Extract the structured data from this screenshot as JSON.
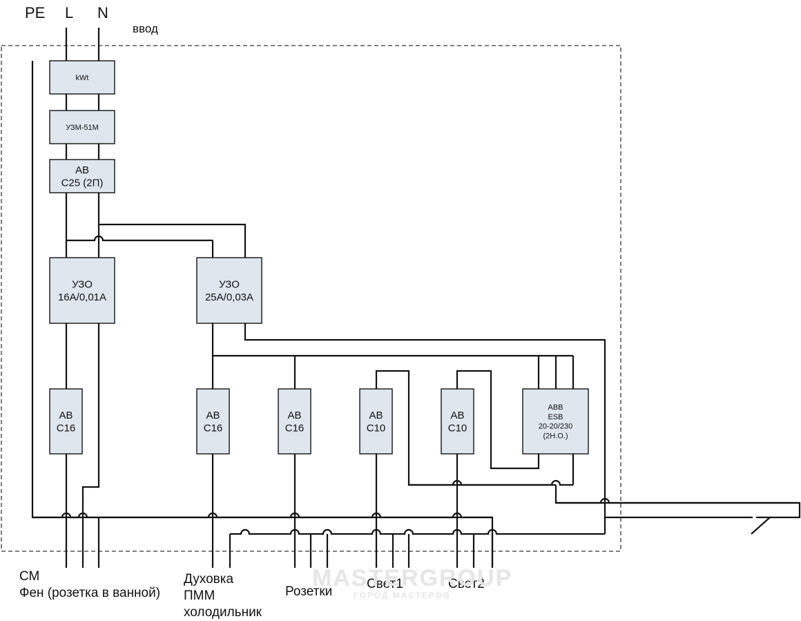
{
  "inputs": {
    "pe": "PE",
    "l": "L",
    "n": "N",
    "title": "ввод"
  },
  "devices": {
    "meter": [
      "kWt"
    ],
    "uzm": [
      "УЗМ-51М"
    ],
    "main_breaker": [
      "АВ",
      "С25 (2П)"
    ],
    "rcd1": [
      "УЗО",
      "16А/0,01А"
    ],
    "rcd2": [
      "УЗО",
      "25А/0,03А"
    ],
    "cb_cm": [
      "АВ",
      "С16"
    ],
    "cb_oven": [
      "АВ",
      "С16"
    ],
    "cb_sockets": [
      "АВ",
      "С16"
    ],
    "cb_light1": [
      "АВ",
      "С10"
    ],
    "cb_light2": [
      "АВ",
      "С10"
    ],
    "contactor": [
      "ABB",
      "ESB",
      "20-20/230",
      "(2Н.О.)"
    ]
  },
  "outputs": {
    "cm": "СМ",
    "hairdryer": "Фен (розетка в ванной)",
    "oven": [
      "Духовка",
      "ПММ",
      "холодильник"
    ],
    "sockets": "Розетки",
    "light1": "Свет1",
    "light2": "Свет2"
  },
  "watermark": {
    "main": "MASTERGROUP",
    "sub": "ГОРОД МАСТЕРОВ"
  }
}
